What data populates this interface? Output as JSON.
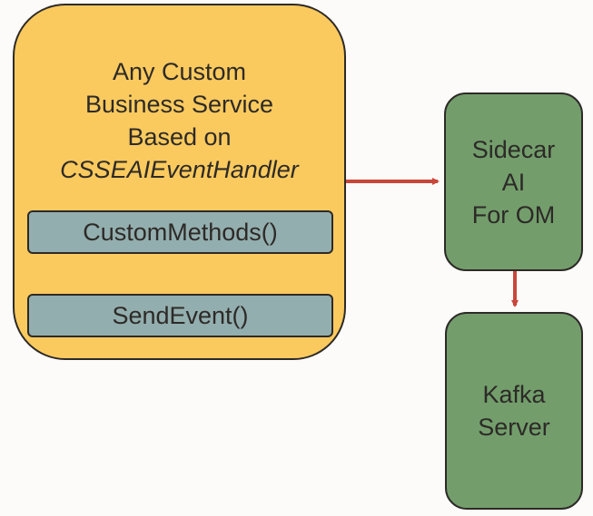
{
  "service": {
    "line1": "Any Custom",
    "line2": "Business Service",
    "line3": "Based on",
    "line4": "CSSEAIEventHandler",
    "methods": [
      "CustomMethods()",
      "SendEvent()"
    ]
  },
  "sidecar": {
    "line1": "Sidecar",
    "line2": "AI",
    "line3": "For OM"
  },
  "kafka": {
    "line1": "Kafka",
    "line2": "Server"
  },
  "colors": {
    "service_fill": "#fbca5e",
    "method_fill": "#93aeae",
    "node_fill": "#739e6c",
    "arrow": "#c9463a",
    "outline": "#2d2a27"
  }
}
